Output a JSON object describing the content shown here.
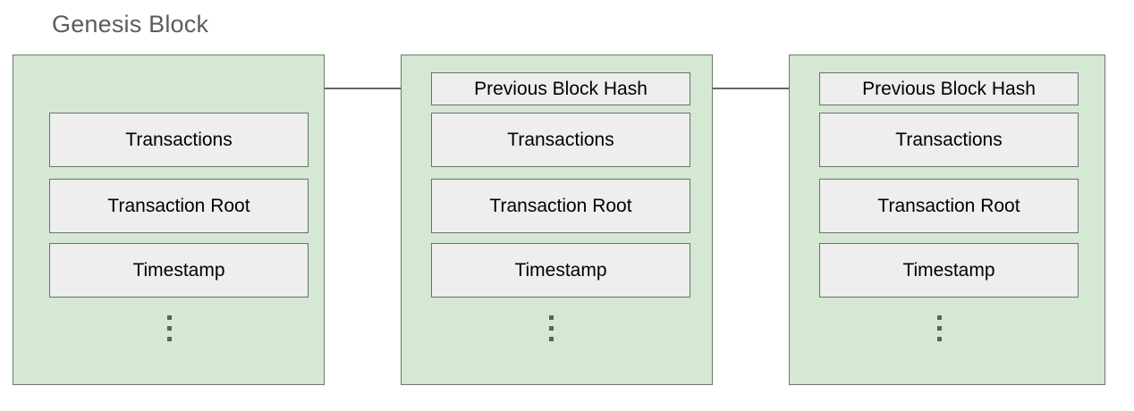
{
  "diagram": {
    "type": "blockchain-block-structure",
    "title": "Genesis Block",
    "colors": {
      "block_fill": "#d5e8d4",
      "block_border": "#6b7a6b",
      "field_fill": "#eeeeee",
      "field_border": "#66736b",
      "title_text": "#5c5c5c",
      "field_text": "#000000",
      "connector": "#5d6b5d",
      "ellipsis_dot": "#4f6b4f",
      "canvas": "#ffffff"
    },
    "blocks": [
      {
        "id": "genesis-block",
        "caption": "Genesis Block",
        "fields": [
          {
            "label": "Transactions"
          },
          {
            "label": "Transaction Root"
          },
          {
            "label": "Timestamp"
          }
        ],
        "ellipsis": "⋮"
      },
      {
        "id": "block-2",
        "caption": "",
        "fields": [
          {
            "label": "Previous Block Hash"
          },
          {
            "label": "Transactions"
          },
          {
            "label": "Transaction Root"
          },
          {
            "label": "Timestamp"
          }
        ],
        "ellipsis": "⋮"
      },
      {
        "id": "block-3",
        "caption": "",
        "fields": [
          {
            "label": "Previous Block Hash"
          },
          {
            "label": "Transactions"
          },
          {
            "label": "Transaction Root"
          },
          {
            "label": "Timestamp"
          }
        ],
        "ellipsis": "⋮"
      }
    ],
    "connectors": [
      {
        "id": "arrow-genesis-to-block2",
        "from": "genesis-block",
        "to": "block-2"
      },
      {
        "id": "arrow-block2-to-block3",
        "from": "block-2",
        "to": "block-3"
      }
    ]
  }
}
